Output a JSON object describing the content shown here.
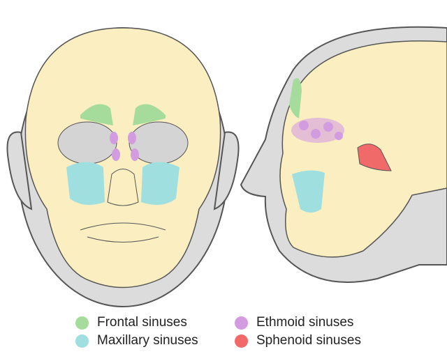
{
  "legend": [
    {
      "label": "Frontal sinuses",
      "color": "#a5dc9c"
    },
    {
      "label": "Ethmoid sinuses",
      "color": "#d39ce0"
    },
    {
      "label": "Maxillary sinuses",
      "color": "#9fdfe0"
    },
    {
      "label": "Sphenoid sinuses",
      "color": "#f06a6a"
    }
  ],
  "colors": {
    "skull": "#fbefc2",
    "skin": "#dcdcdc",
    "outline": "#555555"
  }
}
